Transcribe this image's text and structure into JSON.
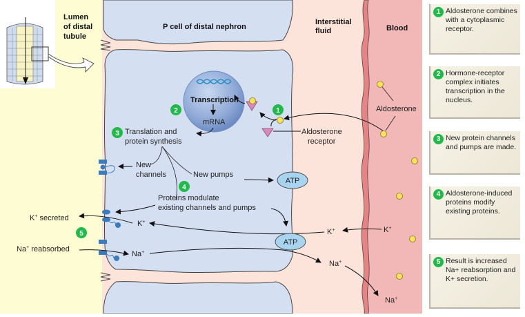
{
  "title": "Aldosterone action on P cell of distal nephron",
  "regions": {
    "lumen": "Lumen of distal tubule",
    "lumen_lines": [
      "Lumen",
      "of distal",
      "tubule"
    ],
    "cell": "P cell of distal nephron",
    "interstitial_lines": [
      "Interstitial",
      "fluid"
    ],
    "blood": "Blood"
  },
  "colors": {
    "lumen": "#fefcd2",
    "cell": "#d4e0f2",
    "interstitial": "#fde4da",
    "blood": "#f2b8b8",
    "capillary_wall": "#e98282",
    "step_badge": "#1fba4a",
    "receptor": "#d98ab8",
    "aldosterone": "#f7e35a",
    "atp": "#a8d4ef",
    "channel": "#3a7bc0"
  },
  "labels": {
    "transcription": "Transcription",
    "mrna": "mRNA",
    "translation_1": "Translation and",
    "translation_2": "protein synthesis",
    "new_channels_1": "New",
    "new_channels_2": "channels",
    "new_pumps": "New pumps",
    "modulate_1": "Proteins modulate",
    "modulate_2": "existing channels and pumps",
    "atp": "ATP",
    "aldosterone": "Aldosterone",
    "receptor_1": "Aldosterone",
    "receptor_2": "receptor",
    "k_secreted": "K",
    "k_secreted_rest": " secreted",
    "na_reabsorbed": "Na",
    "na_reabsorbed_rest": " reabsorbed",
    "k": "K",
    "na": "Na",
    "plus": "+"
  },
  "diagram_steps": {
    "s1": "1",
    "s2": "2",
    "s3": "3",
    "s4": "4",
    "s5": "5"
  },
  "steps": [
    {
      "num": "1",
      "text": "Aldosterone combines with a cytoplasmic receptor."
    },
    {
      "num": "2",
      "text": "Hormone-receptor complex initiates transcription in the nucleus."
    },
    {
      "num": "3",
      "text": "New protein channels and pumps are made."
    },
    {
      "num": "4",
      "text": "Aldosterone-induced proteins modify existing proteins."
    },
    {
      "num": "5",
      "text": "Result is increased Na+ reabsorption and K+ secretion."
    }
  ]
}
